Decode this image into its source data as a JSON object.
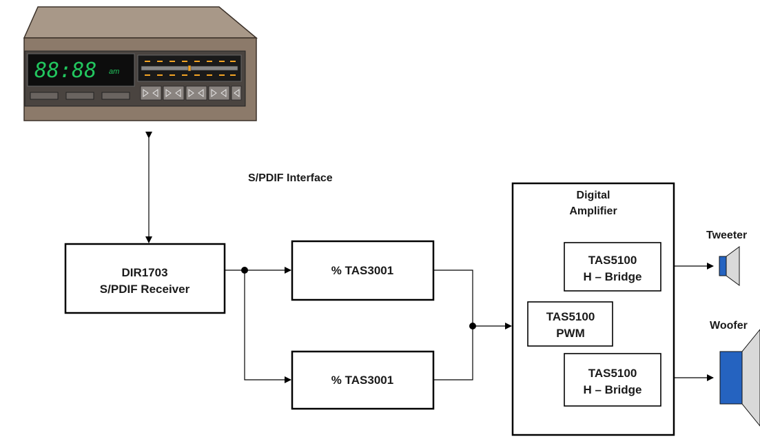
{
  "device": {
    "clock_digits": "88:88",
    "clock_suffix": "am"
  },
  "interface_label": "S/PDIF Interface",
  "receiver": {
    "line1": "DIR1703",
    "line2": "S/PDIF Receiver"
  },
  "processors": [
    {
      "label": "% TAS3001"
    },
    {
      "label": "% TAS3001"
    }
  ],
  "amplifier": {
    "title_line1": "Digital",
    "title_line2": "Amplifier",
    "pwm": {
      "line1": "TAS5100",
      "line2": "PWM"
    },
    "bridges": [
      {
        "line1": "TAS5100",
        "line2": "H – Bridge"
      },
      {
        "line1": "TAS5100",
        "line2": "H – Bridge"
      }
    ]
  },
  "speakers": {
    "tweeter": "Tweeter",
    "woofer": "Woofer"
  },
  "colors": {
    "cabinet": "#8c7a6a",
    "cabinet_top": "#a89888",
    "display_digits": "#22c55e",
    "led_amber": "#f5a524",
    "speaker_blue": "#2563c0",
    "speaker_cone": "#d9d9d9"
  }
}
